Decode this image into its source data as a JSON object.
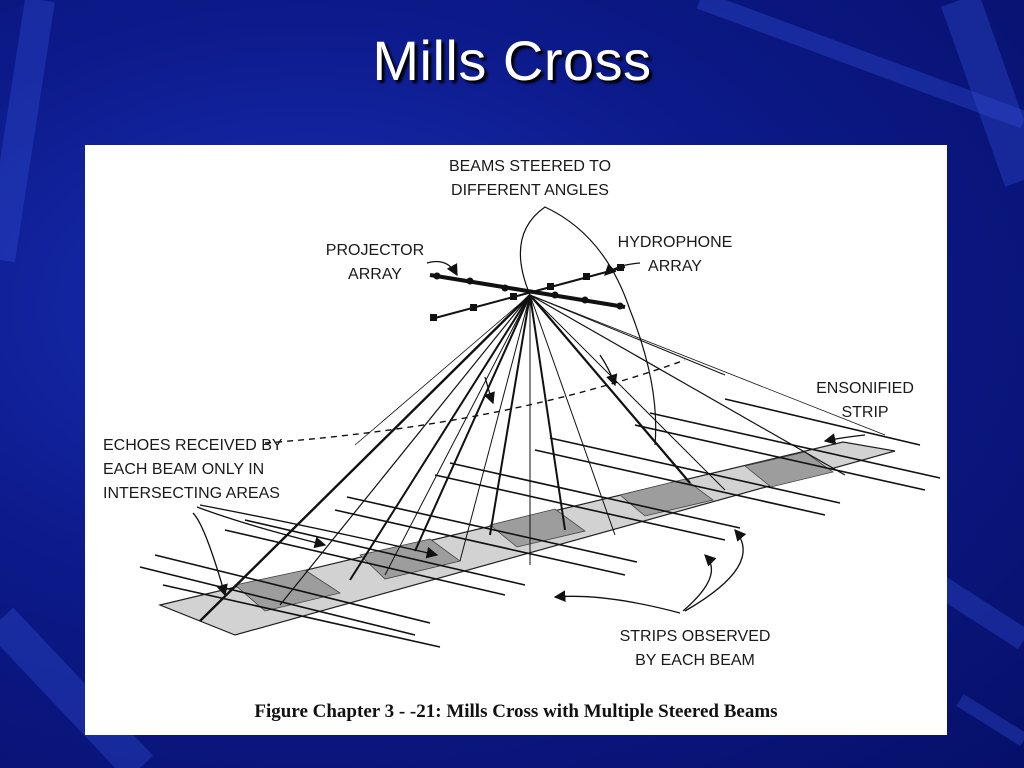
{
  "slide": {
    "title": "Mills Cross"
  },
  "figure": {
    "caption": "Figure Chapter 3 - -21:  Mills Cross with Multiple Steered Beams",
    "labels": {
      "beams_steered_line1": "BEAMS STEERED TO",
      "beams_steered_line2": "DIFFERENT ANGLES",
      "projector_line1": "PROJECTOR",
      "projector_line2": "ARRAY",
      "hydrophone_line1": "HYDROPHONE",
      "hydrophone_line2": "ARRAY",
      "ensonified_line1": "ENSONIFIED",
      "ensonified_line2": "STRIP",
      "echoes_line1": "ECHOES RECEIVED BY",
      "echoes_line2": "EACH BEAM ONLY IN",
      "echoes_line3": "INTERSECTING AREAS",
      "strips_line1": "STRIPS OBSERVED",
      "strips_line2": "BY EACH BEAM"
    }
  },
  "colors": {
    "background": "#0c1a8a",
    "panel": "#ffffff",
    "strip_fill": "#c8c8c8",
    "intersection_fill": "#9a9a9a"
  }
}
